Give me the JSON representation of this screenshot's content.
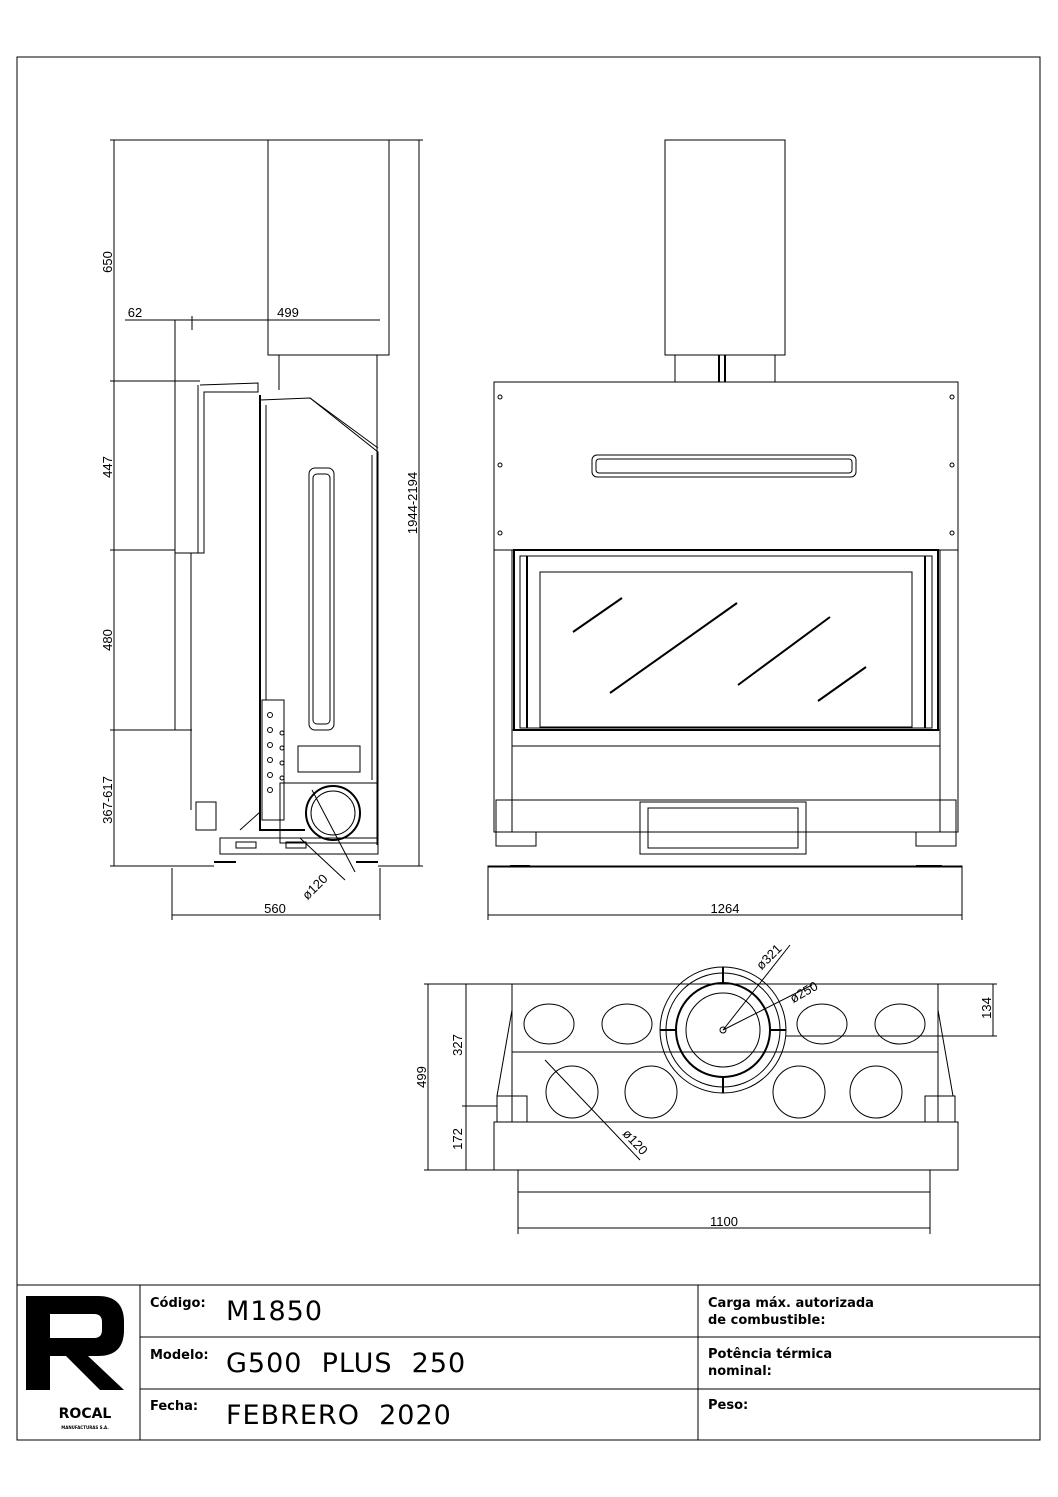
{
  "dimensions": {
    "side": {
      "d650": "650",
      "d447": "447",
      "d480": "480",
      "d367_617": "367-617",
      "d62": "62",
      "d499": "499",
      "d1944_2194": "1944-2194",
      "d560": "560",
      "d_dia120": "ø120"
    },
    "front": {
      "d1264": "1264"
    },
    "top": {
      "d321": "ø321",
      "d250": "ø250",
      "d134": "134",
      "d327": "327",
      "d499": "499",
      "d172": "172",
      "d_dia120": "ø120",
      "d1100": "1100"
    }
  },
  "title_block": {
    "brand": "ROCAL",
    "brand_sub": "MANUFACTURAS S.A.",
    "codigo_label": "Código:",
    "codigo_value": "M1850",
    "modelo_label": "Modelo:",
    "modelo_value": "G500  PLUS  250",
    "fecha_label": "Fecha:",
    "fecha_value": "FEBRERO  2020",
    "carga_label_1": "Carga máx. autorizada",
    "carga_label_2": "de combustible:",
    "potencia_label_1": "Potência térmica",
    "potencia_label_2": "nominal:",
    "peso_label": "Peso:"
  }
}
